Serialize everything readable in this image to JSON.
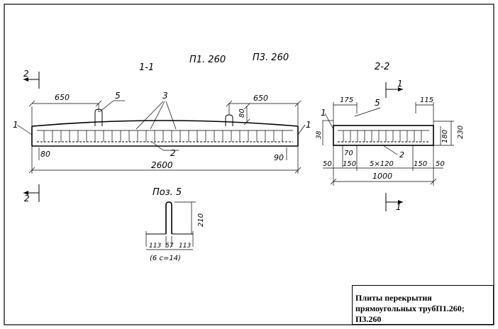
{
  "section1": {
    "title": "1-1",
    "code1": "П1. 260",
    "code2": "П3. 260"
  },
  "section2": {
    "title": "2-2"
  },
  "detail": {
    "title": "Поз. 5",
    "dim_height": "210",
    "dims": [
      "113",
      "57",
      "113"
    ],
    "note": "(6 с=14)"
  },
  "labels": {
    "cut2": "2",
    "cut1": "1",
    "dim_650": "650",
    "dim_80": "80",
    "dim_2600": "2600",
    "dim_90": "90",
    "pos1": "1",
    "pos2": "2",
    "pos3": "3",
    "pos5": "5",
    "dim_175": "175",
    "dim_115": "115",
    "dim_38": "38",
    "dim_230": "230",
    "dim_180": "180",
    "dim_70": "70",
    "dim_50": "50",
    "dim_150": "150",
    "dim_5x120": "5×120",
    "dim_1000": "1000"
  },
  "title_block": {
    "line1": "Плиты перекрытия",
    "line2": "прямоугольных трубП1.260; П3.260"
  }
}
